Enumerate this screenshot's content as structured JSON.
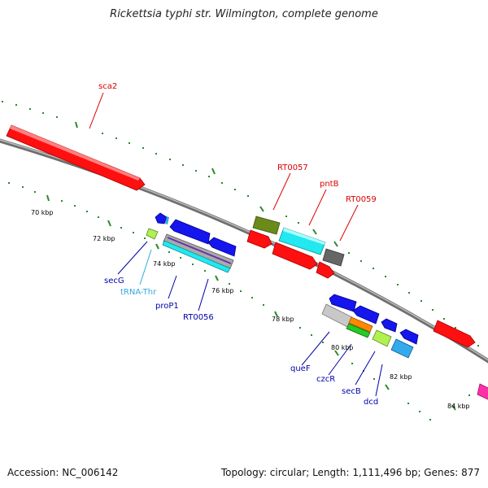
{
  "title": "Rickettsia typhi str. Wilmington, complete genome",
  "footer": {
    "accession": "Accession: NC_006142",
    "summary": "Topology: circular; Length: 1,111,496 bp; Genes: 877"
  },
  "colors": {
    "backbone": "#7a7a7a",
    "tick": "#2a8a2a",
    "forward_label": "#dd0000",
    "reverse_label": "#0000aa",
    "trna_label": "#33aadd",
    "red": "#ff1010",
    "blue": "#1515ee",
    "cyan": "#22e8f0",
    "olive": "#6a8a1a",
    "grey": "#666666",
    "silver": "#c8c8c8",
    "lime": "#b0f050",
    "orange": "#ff8800",
    "green": "#22cc22",
    "sky": "#33aaee",
    "magenta": "#ff2fa8"
  },
  "kbp_labels": [
    "70 kbp",
    "72 kbp",
    "74 kbp",
    "76 kbp",
    "78 kbp",
    "80 kbp",
    "82 kbp",
    "84 kbp"
  ],
  "gene_labels": {
    "sca2": "sca2",
    "RT0057": "RT0057",
    "pntB": "pntB",
    "RT0059": "RT0059",
    "secG": "secG",
    "tRNA-Thr": "tRNA-Thr",
    "proP1": "proP1",
    "RT0056": "RT0056",
    "queF": "queF",
    "czcR": "czcR",
    "secB": "secB",
    "dcd": "dcd"
  }
}
